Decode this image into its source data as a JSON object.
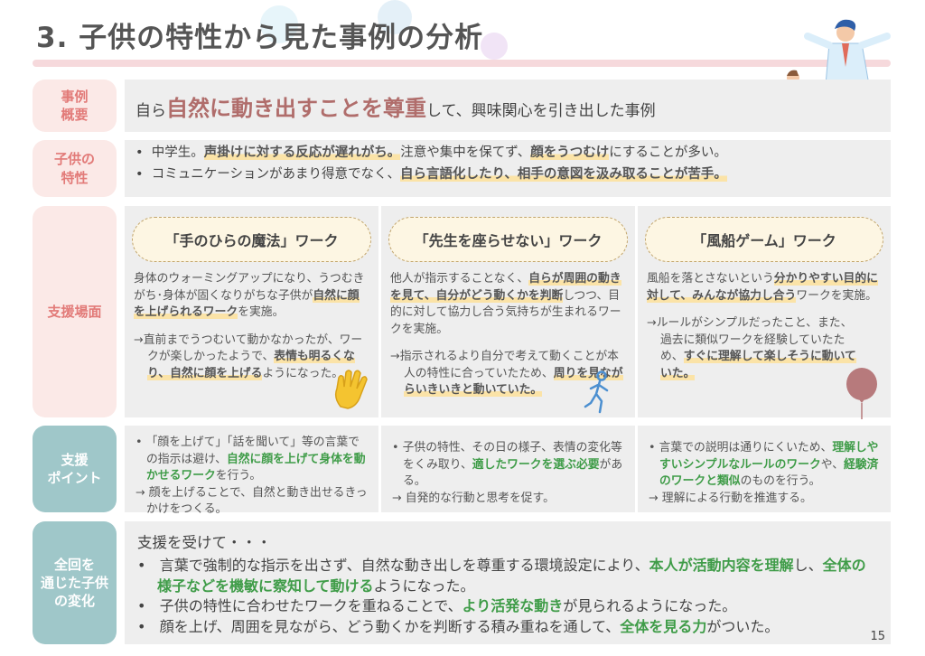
{
  "title": "3. 子供の特性から見た事例の分析",
  "page_number": "15",
  "rows": {
    "gaiyou": {
      "label": "事例\n概要",
      "pre": "自ら",
      "emph": "自然に動き出すことを尊重",
      "post": "して、興味関心を引き出した事例"
    },
    "tokusei": {
      "label": "子供の\n特性",
      "b1_pre": "中学生。",
      "b1_hl1": "声掛けに対する反応が遅れがち。",
      "b1_mid": "注意や集中を保てず、",
      "b1_hl2": "顔をうつむけ",
      "b1_post": "にすることが多い。",
      "b2_pre": "コミュニケーションがあまり得意でなく、",
      "b2_hl": "自ら言語化したり、相手の意図を汲み取ることが苦手。"
    },
    "bamen": {
      "label": "支援場面"
    },
    "point": {
      "label": "支援\nポイント"
    },
    "henka": {
      "label": "全回を\n通じた子供\nの変化",
      "intro": "支援を受けて・・・",
      "b1_pre": "言葉で強制的な指示を出さず、自然な動き出しを尊重する環境設定により、",
      "b1_g1": "本人が活動内容を理解",
      "b1_mid": "し、",
      "b1_g2": "全体の様子などを機敏に察知して動ける",
      "b1_post": "ようになった。",
      "b2_pre": "子供の特性に合わせたワークを重ねることで、",
      "b2_g": "より活発な動き",
      "b2_post": "が見られるようになった。",
      "b3_pre": "顔を上げ、周囲を見ながら、どう動くかを判断する積み重ねを通して、",
      "b3_g": "全体を見る力",
      "b3_post": "がついた。"
    }
  },
  "columns": [
    {
      "title": "「手のひらの魔法」ワーク",
      "p1_pre": "身体のウォーミングアップになり、うつむきがち･身体が固くなりがちな子供が",
      "p1_hl": "自然に顔を上げられるワーク",
      "p1_post": "を実施。",
      "p2_pre": "→直前までうつむいて動かなかったが、ワークが楽しかったようで、",
      "p2_hl": "表情も明るくなり、自然に顔を上げる",
      "p2_post": "ようになった。",
      "sp1_pre": "「顔を上げて」「話を聞いて」等の言葉での指示は避け、",
      "sp1_g": "自然に顔を上げて身体を動かせるワーク",
      "sp1_post": "を行う。",
      "sp2": "→ 顔を上げることで、自然と動き出せるきっかけをつくる。",
      "icon": "waving-hand-icon"
    },
    {
      "title": "「先生を座らせない」ワーク",
      "p1_pre": "他人が指示することなく、",
      "p1_hl": "自らが周囲の動きを見て、自分がどう動くかを判断",
      "p1_post": "しつつ、目的に対して協力し合う気持ちが生まれるワークを実施。",
      "p2_pre": "→指示されるより自分で考えて動くことが本人の特性に合っていたため、",
      "p2_hl": "周りを見ながらいきいきと動いていた。",
      "p2_post": "",
      "sp1_pre": "子供の特性、その日の様子、表情の変化等をくみ取り、",
      "sp1_g": "適したワークを選ぶ必要",
      "sp1_post": "がある。",
      "sp2": "→ 自発的な行動と思考を促す。",
      "icon": "walking-person-icon"
    },
    {
      "title": "「風船ゲーム」ワーク",
      "p1_pre": "風船を落とさないという",
      "p1_hl": "分かりやすい目的に対して、みんなが協力し合う",
      "p1_post": "ワークを実施。",
      "p2_pre": "→ルールがシンプルだったこと、また、過去に類似ワークを経験していたため、",
      "p2_hl": "すぐに理解して楽しそうに動いていた。",
      "p2_post": "",
      "sp1_pre": "言葉での説明は通りにくいため、",
      "sp1_g": "理解しやすいシンプルなルールのワーク",
      "sp1_mid": "や、",
      "sp1_g2": "経験済のワークと類似",
      "sp1_post": "のものを行う。",
      "sp2": "→ 理解による行動を推進する。",
      "icon": "balloon-icon"
    }
  ],
  "colors": {
    "label_pink": "#fbe9e7",
    "label_teal": "#9fc7c9",
    "highlight": "#fbe3a7",
    "green": "#3f9c48",
    "panel": "#eeeeee"
  }
}
